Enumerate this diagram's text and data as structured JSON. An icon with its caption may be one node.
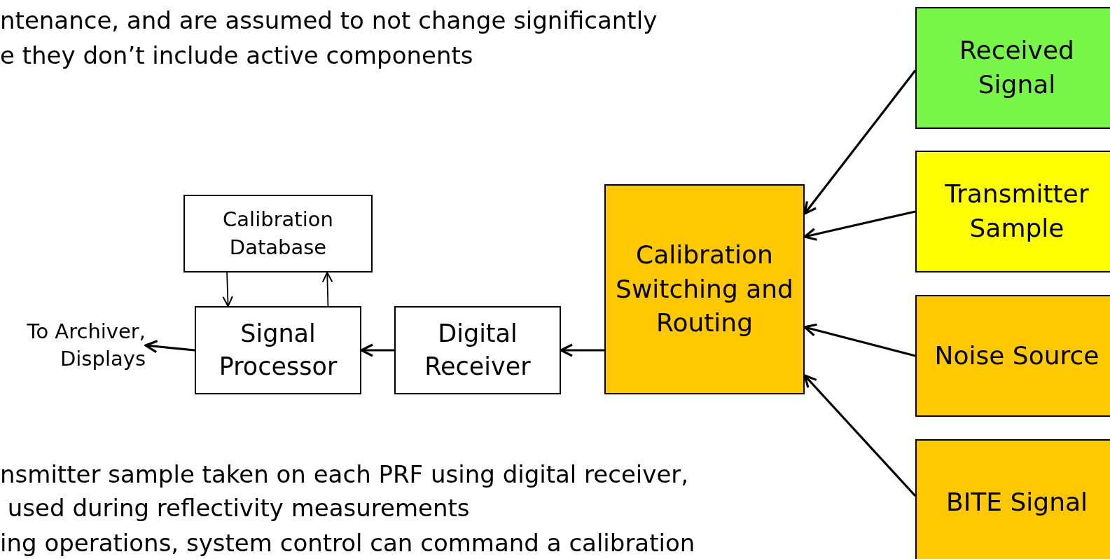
{
  "diagram": {
    "nodes": [
      {
        "text": [
          "Received Signal"
        ]
      },
      {
        "text": [
          "Transmitter Sample"
        ]
      },
      {
        "text": [
          "Calibration Switching and Routing"
        ]
      },
      {
        "text": [
          "Calibration Database"
        ]
      },
      {
        "text": [
          "To Archiver, Displays"
        ]
      },
      {
        "text": [
          "Signal Processor"
        ]
      },
      {
        "text": [
          "Digital Receiver"
        ]
      },
      {
        "text": [
          "Noise Source"
        ]
      },
      {
        "text": [
          "BITE Signal"
        ]
      }
    ],
    "edges": [
      {
        "from": 0,
        "to": 2,
        "arrow": "to"
      },
      {
        "from": 1,
        "to": 2,
        "arrow": "to"
      },
      {
        "from": 7,
        "to": 2,
        "arrow": "to"
      },
      {
        "from": 8,
        "to": 2,
        "arrow": "to"
      },
      {
        "from": 2,
        "to": 6,
        "arrow": "to"
      },
      {
        "from": 6,
        "to": 5,
        "arrow": "to"
      },
      {
        "from": 5,
        "to": 4,
        "arrow": "to"
      },
      {
        "from": 3,
        "to": 5,
        "arrow": "to"
      },
      {
        "from": 5,
        "to": 3,
        "arrow": "to"
      }
    ],
    "labels": [
      "ntenance, and are assumed to not change significantly",
      "e they don’t include active components",
      "nsmitter sample taken on each PRF using digital receiver,",
      " used during reflectivity measurements",
      "ing operations, system control can command a calibration"
    ]
  }
}
